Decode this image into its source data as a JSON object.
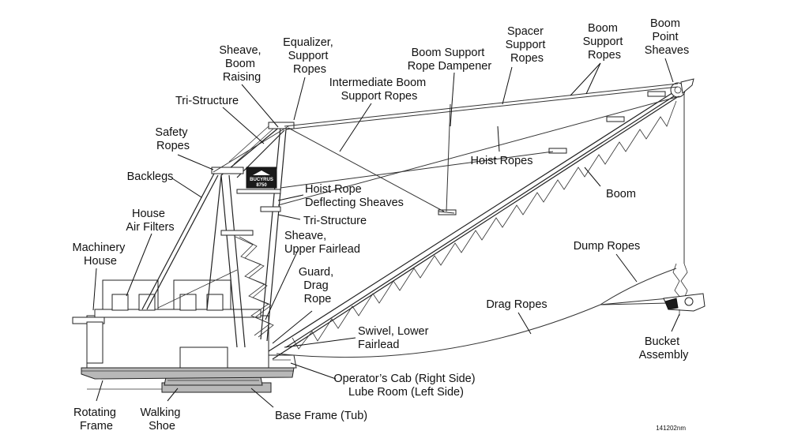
{
  "labels": {
    "sheave_boom_raising": [
      "Sheave,",
      "Boom",
      "Raising"
    ],
    "equalizer_support_ropes": [
      "Equalizer,",
      "Support",
      "Ropes"
    ],
    "boom_support_rope_dampener": [
      "Boom Support",
      "Rope Dampener"
    ],
    "spacer_support_ropes": [
      "Spacer",
      "Support",
      "Ropes"
    ],
    "boom_support_ropes": [
      "Boom",
      "Support",
      "Ropes"
    ],
    "boom_point_sheaves": [
      "Boom",
      "Point",
      "Sheaves"
    ],
    "intermediate_boom_support_ropes": [
      "Intermediate Boom",
      "Support Ropes"
    ],
    "tri_structure_top": [
      "Tri-Structure"
    ],
    "safety_ropes": [
      "Safety",
      "Ropes"
    ],
    "backlegs": [
      "Backlegs"
    ],
    "hoist_ropes": [
      "Hoist Ropes"
    ],
    "hoist_rope_deflecting_sheaves": [
      "Hoist Rope",
      "Deflecting Sheaves"
    ],
    "boom": [
      "Boom"
    ],
    "house_air_filters": [
      "House",
      "Air Filters"
    ],
    "tri_structure_mid": [
      "Tri-Structure"
    ],
    "sheave_upper_fairlead": [
      "Sheave,",
      "Upper Fairlead"
    ],
    "machinery_house": [
      "Machinery",
      "House"
    ],
    "dump_ropes": [
      "Dump Ropes"
    ],
    "guard_drag_rope": [
      "Guard,",
      "Drag",
      "Rope"
    ],
    "drag_ropes": [
      "Drag Ropes"
    ],
    "swivel_lower_fairlead": [
      "Swivel, Lower",
      "Fairlead"
    ],
    "bucket_assembly": [
      "Bucket",
      "Assembly"
    ],
    "operators_cab": [
      "Operator’s Cab (Right Side)",
      "Lube Room (Left Side)"
    ],
    "rotating_frame": [
      "Rotating",
      "Frame"
    ],
    "walking_shoe": [
      "Walking",
      "Shoe"
    ],
    "base_frame": [
      "Base Frame (Tub)"
    ]
  },
  "logo": {
    "brand": "BUCYRUS",
    "model": "8750"
  },
  "figure_ref": "141202nm"
}
